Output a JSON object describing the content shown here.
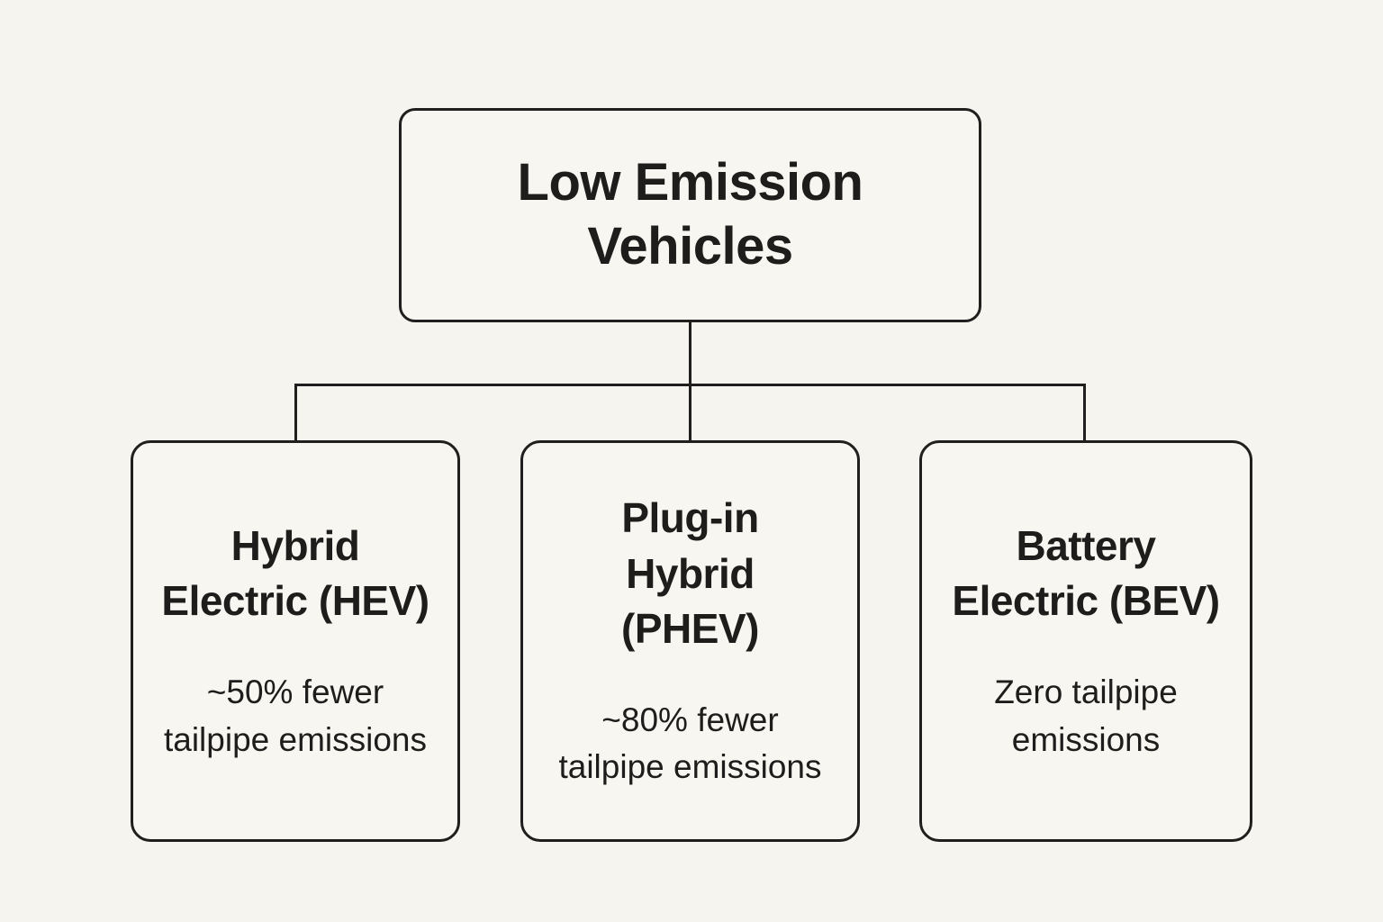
{
  "diagram": {
    "title_color": "#1e1d1b",
    "line_color": "#201f1d",
    "background_color": "#f6f4ef",
    "box_fill_color": "#f8f6f1",
    "root": {
      "title": "Low Emission Vehicles"
    },
    "children": [
      {
        "title": "Hybrid Electric (HEV)",
        "description": "~50% fewer tailpipe emissions"
      },
      {
        "title": "Plug-in Hybrid (PHEV)",
        "description": "~80% fewer tailpipe emissions"
      },
      {
        "title": "Battery Electric (BEV)",
        "description": "Zero tailpipe emissions"
      }
    ]
  }
}
